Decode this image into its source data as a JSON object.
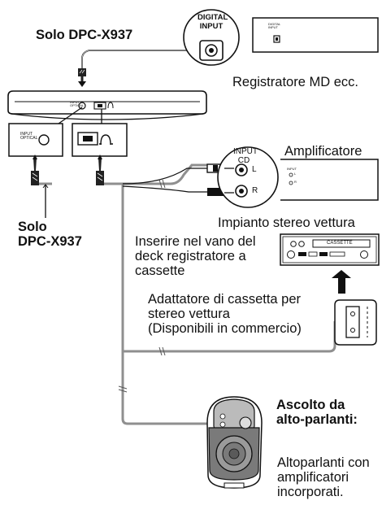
{
  "header_label": "Solo DPC-X937",
  "side_label": [
    "Solo",
    "DPC-X937"
  ],
  "digital_input": [
    "DIGITAL",
    "INPUT"
  ],
  "md_panel_text": [
    "DIGITAL",
    "INPUT"
  ],
  "md_recorder": "Registratore MD ecc.",
  "cd_input": [
    "INPUT",
    "CD"
  ],
  "channel_left": "L",
  "channel_right": "R",
  "amplifier": "Amplificatore",
  "amp_panel_text": [
    "INPUT",
    "L",
    "R"
  ],
  "car_stereo": "Impianto stereo vettura",
  "cassette_label": "CASSETTE",
  "insert_instruction": [
    "Inserire nel vano del",
    "deck registratore a",
    "cassette"
  ],
  "adapter_text": [
    "Adattatore di cassetta per",
    "stereo vettura",
    "(Disponibili in commercio)"
  ],
  "speaker_title": [
    "Ascolto da",
    "alto-parlanti:"
  ],
  "speaker_desc": [
    "Altoparlanti con",
    "amplificatori",
    "incorporati."
  ],
  "player_jack_text": [
    "INPUT",
    "OPTICAL"
  ],
  "colors": {
    "cable": "#8f8f8f",
    "ink": "#111111",
    "background": "#ffffff"
  }
}
